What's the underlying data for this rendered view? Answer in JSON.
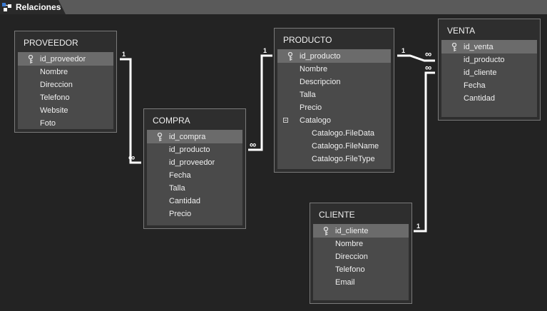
{
  "tab": {
    "label": "Relaciones"
  },
  "tables": {
    "proveedor": {
      "title": "PROVEEDOR",
      "fields": [
        "id_proveedor",
        "Nombre",
        "Direccion",
        "Telefono",
        "Website",
        "Foto"
      ]
    },
    "compra": {
      "title": "COMPRA",
      "fields": [
        "id_compra",
        "id_producto",
        "id_proveedor",
        "Fecha",
        "Talla",
        "Cantidad",
        "Precio"
      ]
    },
    "producto": {
      "title": "PRODUCTO",
      "fields": [
        "id_producto",
        "Nombre",
        "Descripcion",
        "Talla",
        "Precio",
        "Catalogo",
        "Catalogo.FileData",
        "Catalogo.FileName",
        "Catalogo.FileType"
      ]
    },
    "venta": {
      "title": "VENTA",
      "fields": [
        "id_venta",
        "id_producto",
        "id_cliente",
        "Fecha",
        "Cantidad"
      ]
    },
    "cliente": {
      "title": "CLIENTE",
      "fields": [
        "id_cliente",
        "Nombre",
        "Direccion",
        "Telefono",
        "Email"
      ]
    }
  },
  "relationships": [
    {
      "from": "PROVEEDOR.id_proveedor",
      "to": "COMPRA.id_proveedor",
      "one": "1",
      "many": "∞"
    },
    {
      "from": "PRODUCTO.id_producto",
      "to": "COMPRA.id_producto",
      "one": "1",
      "many": "∞"
    },
    {
      "from": "PRODUCTO.id_producto",
      "to": "VENTA.id_producto",
      "one": "1",
      "many": "∞"
    },
    {
      "from": "CLIENTE.id_cliente",
      "to": "VENTA.id_cliente",
      "one": "1",
      "many": "∞"
    }
  ],
  "colors": {
    "background": "#232323",
    "tab_strip": "#5a5a5a",
    "field_list": "#4a4a4a",
    "selected_row": "#6b6b6b",
    "line": "#ffffff"
  },
  "icons": {
    "tab": "relationships-icon",
    "key": "key-icon",
    "expander": "collapse-icon"
  }
}
